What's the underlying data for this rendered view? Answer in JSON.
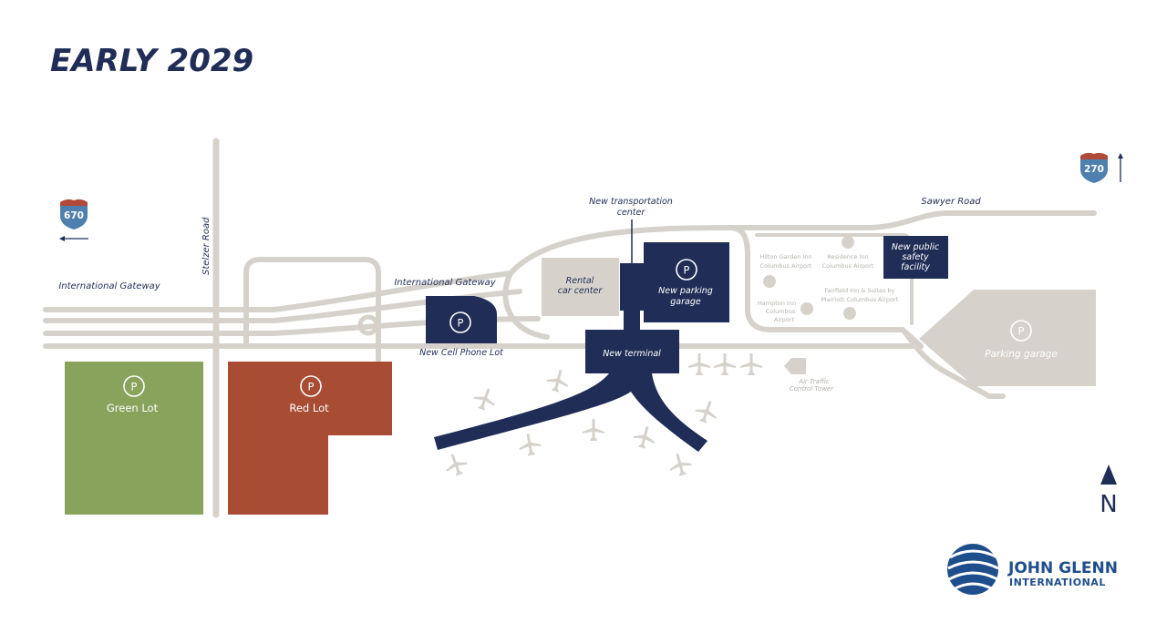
{
  "title": "EARLY 2029",
  "roads": {
    "international_gateway_left": "International Gateway",
    "international_gateway_center": "International Gateway",
    "stelzer_road": "Stelzer Road",
    "sawyer_road": "Sawyer Road"
  },
  "highways": [
    {
      "number": "670",
      "direction": "west-arrow"
    },
    {
      "number": "270",
      "direction": "north-arrow"
    }
  ],
  "parking_lots": [
    {
      "label": "Green Lot",
      "color": "#88a45c",
      "symbol": "P"
    },
    {
      "label": "Red Lot",
      "color": "#a84c34",
      "symbol": "P"
    },
    {
      "label": "New Cell Phone Lot",
      "color": "#1f2d57",
      "symbol": "P"
    },
    {
      "label": "Parking garage",
      "color": "#d6d2cb",
      "symbol": "P"
    }
  ],
  "facilities": {
    "transportation_center": [
      "New transportation",
      "center"
    ],
    "rental_car_center": [
      "Rental",
      "car center"
    ],
    "new_parking_garage": [
      "New parking",
      "garage"
    ],
    "new_terminal": "New terminal",
    "public_safety": [
      "New public",
      "safety",
      "facility"
    ],
    "atc_tower": [
      "Air Traffic",
      "Control Tower"
    ]
  },
  "hotels": {
    "hilton": [
      "Hilton Garden Inn",
      "Columbus Airport"
    ],
    "residence": [
      "Residence Inn",
      "Columbus Airport"
    ],
    "hampton": [
      "Hampton Inn",
      "Columbus",
      "Airport"
    ],
    "fairfield": [
      "Fairfield Inn & Suites by",
      "Marriott Columbus Airport"
    ]
  },
  "north_label": "N",
  "logo": {
    "line1": "JOHN GLENN",
    "line2": "INTERNATIONAL"
  },
  "colors": {
    "navy": "#1f2d57",
    "road_gray": "#d6d2cb",
    "green_lot": "#88a45c",
    "red_lot": "#a84c34",
    "shield_blue": "#4f7fae",
    "shield_red": "#b24a3a",
    "logo_blue": "#1f4e8c"
  }
}
